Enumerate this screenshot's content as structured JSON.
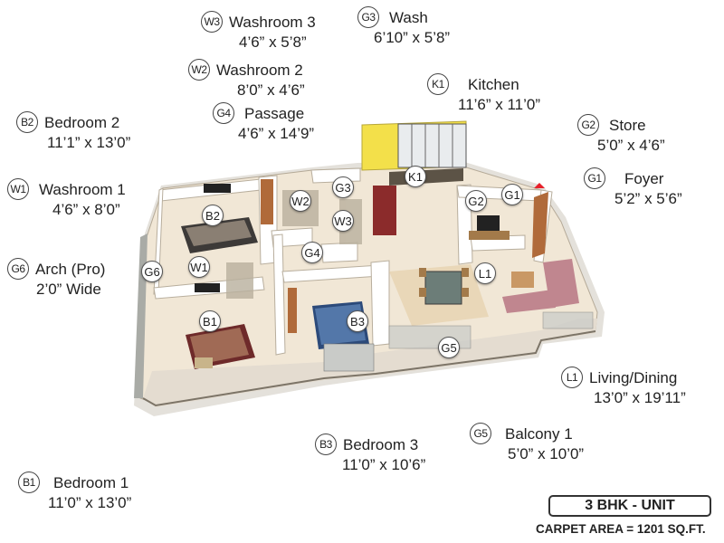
{
  "rooms": [
    {
      "code": "W3",
      "name": "Washroom 3",
      "dim": "4’6” x 5’8”"
    },
    {
      "code": "G3",
      "name": "Wash",
      "dim": "6’10” x 5’8”"
    },
    {
      "code": "W2",
      "name": "Washroom 2",
      "dim": "8’0” x 4’6”"
    },
    {
      "code": "K1",
      "name": "Kitchen",
      "dim": "11’6” x 11’0”"
    },
    {
      "code": "G4",
      "name": "Passage",
      "dim": "4’6” x 14’9”"
    },
    {
      "code": "B2",
      "name": "Bedroom 2",
      "dim": "11’1” x 13’0”"
    },
    {
      "code": "G2",
      "name": "Store",
      "dim": "5’0” x 4’6”"
    },
    {
      "code": "W1",
      "name": "Washroom 1",
      "dim": "4’6” x 8’0”"
    },
    {
      "code": "G1",
      "name": "Foyer",
      "dim": "5’2” x 5’6”"
    },
    {
      "code": "G6",
      "name": "Arch (Pro)",
      "dim": "2’0” Wide"
    },
    {
      "code": "L1",
      "name": "Living/Dining",
      "dim": "13’0” x 19’11”"
    },
    {
      "code": "B3",
      "name": "Bedroom 3",
      "dim": "11’0” x 10’6”"
    },
    {
      "code": "G5",
      "name": "Balcony 1",
      "dim": "5’0” x 10’0”"
    },
    {
      "code": "B1",
      "name": "Bedroom 1",
      "dim": "11’0” x 13’0”"
    }
  ],
  "pins": [
    "K1",
    "G3",
    "W2",
    "W3",
    "G2",
    "G1",
    "B2",
    "G4",
    "W1",
    "G6",
    "L1",
    "B1",
    "B3",
    "G5"
  ],
  "unit": "3 BHK - UNIT",
  "carpet_area": "CARPET AREA = 1201 SQ.FT.",
  "colors": {
    "kitchen_wall": "#f3e04a",
    "floor": "#f1e7d6",
    "wall": "#ffffff",
    "cabinet": "#8b2b2b",
    "sofa": "#c0868f",
    "tile": "#b9b09d"
  }
}
